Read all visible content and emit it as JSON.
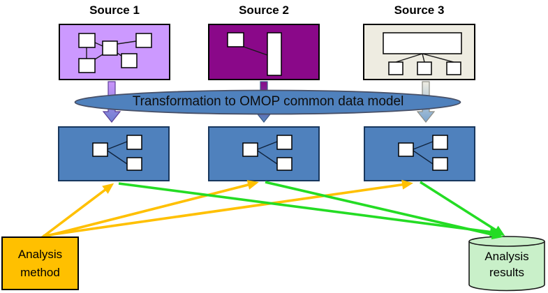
{
  "sources": [
    {
      "label": "Source 1",
      "fill": "#CC99FF"
    },
    {
      "label": "Source 2",
      "fill": "#8A0889"
    },
    {
      "label": "Source 3",
      "fill": "#EEECE1"
    }
  ],
  "transformation": {
    "label": "Transformation to OMOP common data model",
    "ellipse_fill": "#4F81BD"
  },
  "cdm_boxes": {
    "fill": "#4F81BD",
    "count": 3
  },
  "analysis_method": {
    "label": "Analysis method",
    "fill": "#FFC000"
  },
  "analysis_results": {
    "label": "Analysis results",
    "fill": "#C9F0C9"
  },
  "arrows": {
    "method_to_cdm_color": "#FFC000",
    "cdm_to_results_color": "#24DC24"
  }
}
